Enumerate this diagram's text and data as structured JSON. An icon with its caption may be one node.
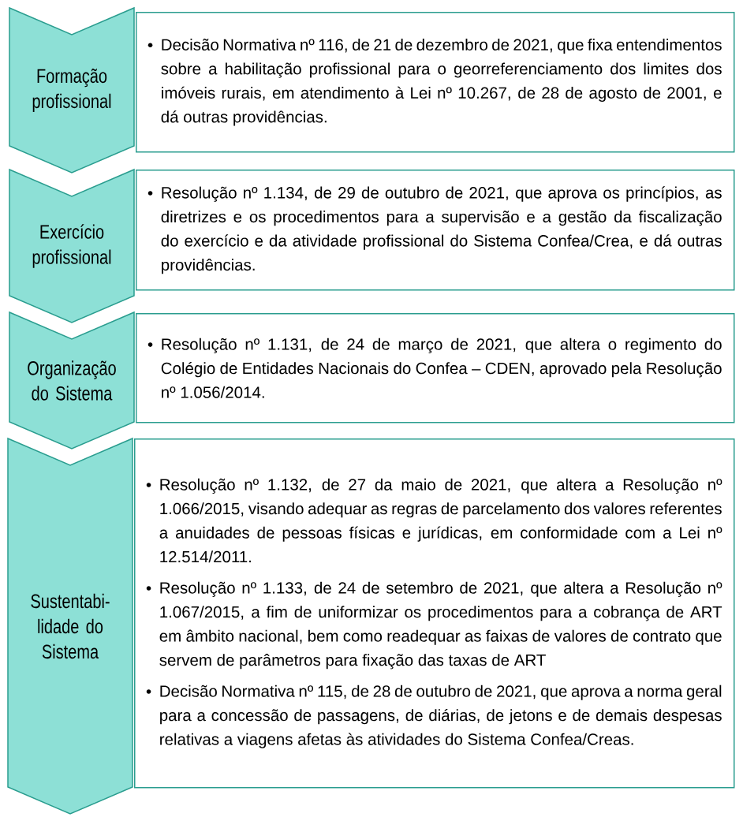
{
  "diagram": {
    "nodes": [
      {
        "text": [
          "Formação profissional"
        ]
      },
      {
        "text": [
          "Decisão Normativa nº 116, de 21 de dezembro de 2021, que fixa entendimentos sobre a habilitação profissional para o georreferenciamento dos limites dos imóveis rurais, em atendimento à Lei nº 10.267, de 28 de agosto de 2001, e dá outras providências."
        ]
      },
      {
        "text": [
          "Exercício profissional"
        ]
      },
      {
        "text": [
          "Resolução nº 1.134, de 29 de outubro de 2021, que aprova os princípios, as diretrizes e os procedimentos para a supervisão e a gestão da fiscalização do exercício e da atividade profissional do Sistema Confea/Crea, e dá outras providências."
        ]
      },
      {
        "text": [
          "Organização do Sistema"
        ]
      },
      {
        "text": [
          "Resolução nº 1.131, de 24 de março de 2021, que altera o regimento do Colégio de Entidades Nacionais do Confea – CDEN, aprovado pela Resolução nº 1.056/2014."
        ]
      },
      {
        "text": [
          "Sustentabi-lidade do Sistema"
        ]
      },
      {
        "text": [
          "Resolução nº 1.132, de 27 da maio de 2021, que altera a Resolução nº 1.066/2015, visando adequar as regras de parcelamento dos valores referentes a anuidades de pessoas físicas e jurídicas, em conformidade com a Lei nº 12.514/2011.",
          "Resolução nº 1.133, de 24 de setembro de 2021, que altera a Resolução nº 1.067/2015, a fim de uniformizar os procedimentos para a cobrança de ART em âmbito nacional, bem como readequar as faixas de valores de contrato que servem de parâmetros para fixação das taxas de ART",
          "Decisão Normativa nº 115, de 28 de outubro de 2021, que aprova a norma geral para a concessão de passagens, de diárias, de jetons e de demais despesas relativas a viagens afetas às atividades do Sistema Confea/Creas."
        ]
      }
    ]
  }
}
